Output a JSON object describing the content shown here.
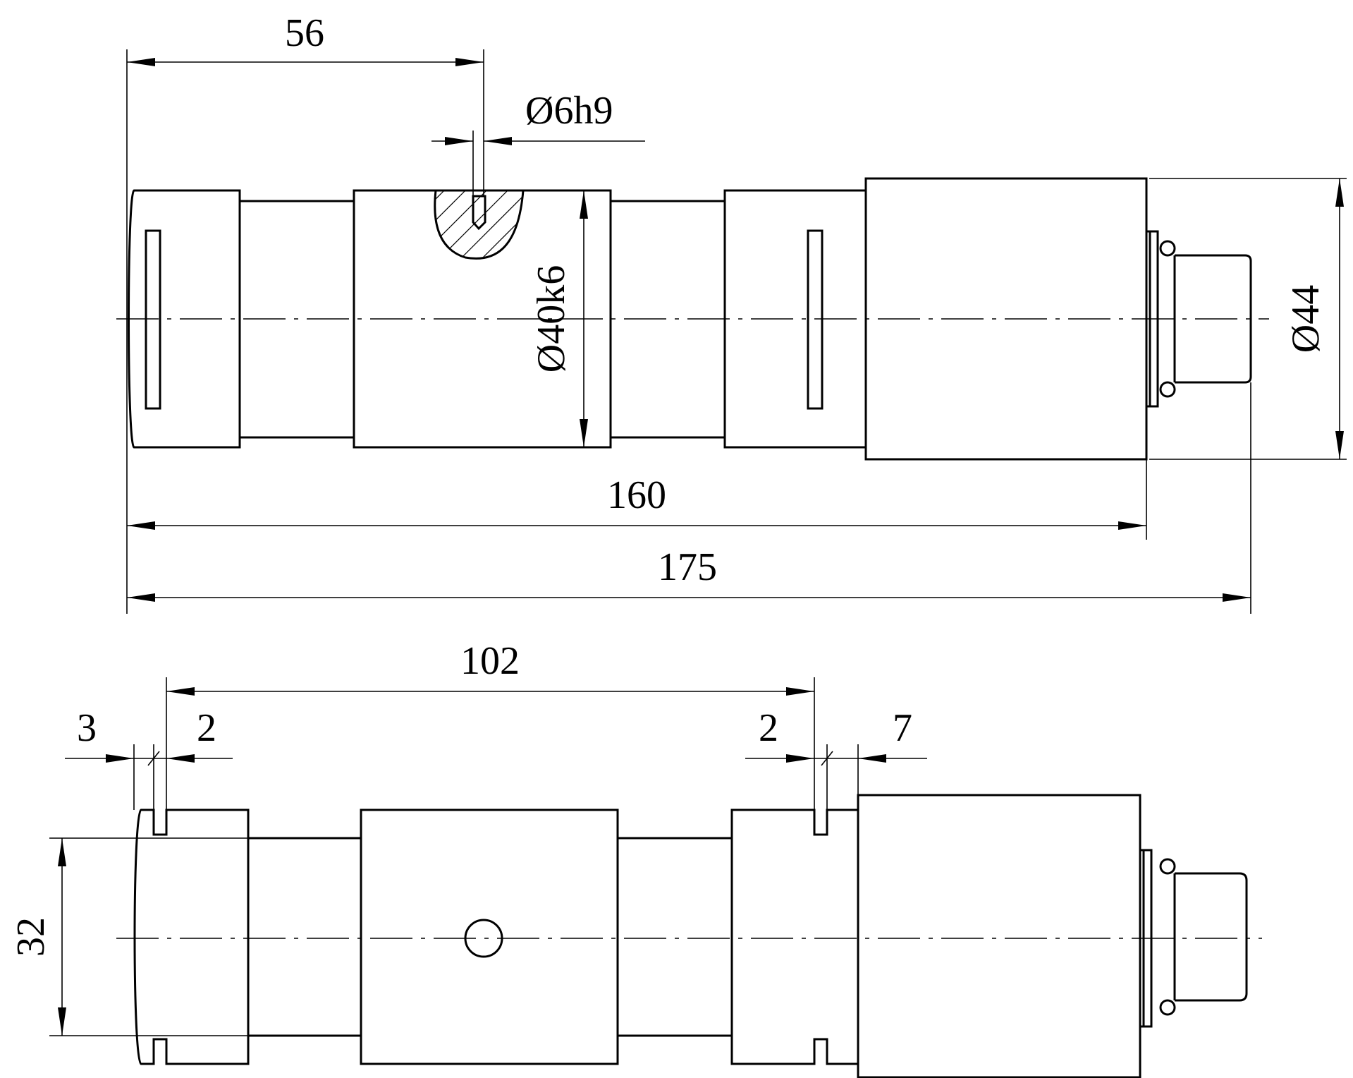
{
  "dimensions": {
    "top_view": {
      "d56": "56",
      "d6h9": "Ø6h9",
      "d40k6": "Ø40k6",
      "d44": "Ø44",
      "d160": "160",
      "d175": "175"
    },
    "bottom_view": {
      "d102": "102",
      "d3": "3",
      "d2_left": "2",
      "d2_right": "2",
      "d7": "7",
      "d32": "32"
    }
  },
  "colors": {
    "line": "#000000",
    "background": "#ffffff"
  }
}
